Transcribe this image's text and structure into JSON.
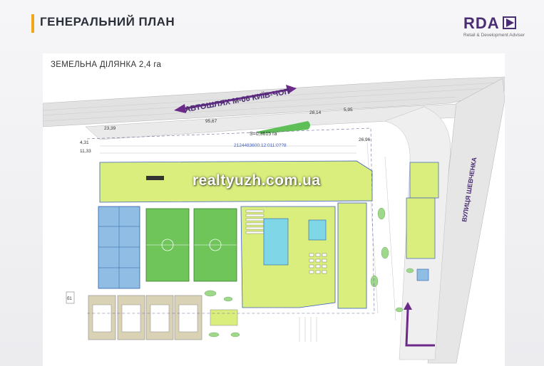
{
  "header": {
    "title": "ГЕНЕРАЛЬНИЙ ПЛАН",
    "logo_text": "RDA",
    "logo_subtitle": "Retail & Development Adviser"
  },
  "plan": {
    "land_label": "ЗЕМЕЛЬНА ДІЛЯНКА 2,4 га",
    "highway_label": "АВТОШЛЯХ М-06 КИЇВ-ЧОП",
    "street_label": "ВУЛИЦЯ ШЕВЧЕНКА",
    "watermark": "realtyuzh.com.ua",
    "area_label": "S=0,3615 га",
    "cadastral": "2124483600:12:011:0??8",
    "dimensions": [
      "23,39",
      "95,67",
      "28,14",
      "5,95",
      "4,31",
      "11,33",
      "26,96",
      "б1"
    ]
  },
  "colors": {
    "accent_orange": "#f0a71b",
    "brand_purple": "#4a2d73",
    "arrow_purple": "#6b2a8a",
    "building_green": "#d9ee7c",
    "field_green": "#6fc45a",
    "court_blue": "#8fbde3",
    "pool_cyan": "#7fd6e6",
    "tennis_tan": "#d9d2b5",
    "road_gray": "#d8d8d8"
  }
}
